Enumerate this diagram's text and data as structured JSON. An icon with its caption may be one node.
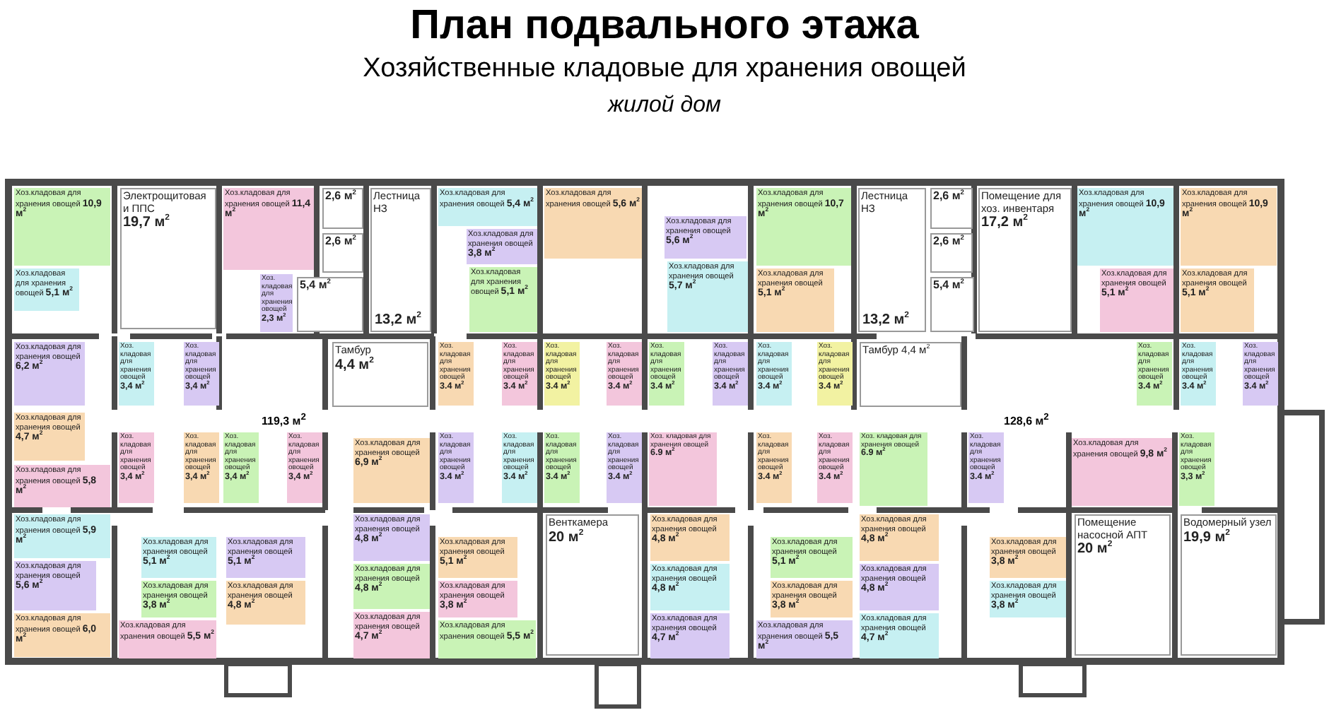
{
  "diagram": {
    "title": "План подвального этажа",
    "nodes": [
      {
        "text": [
          "Хоз.кладовая для хранения овощей",
          "10,9 м$^{2}$"
        ]
      },
      {
        "text": [
          "Хоз.кладовая для хранения овощей",
          "5,1 м$^{2}$"
        ]
      },
      {
        "text": [
          "Электрощитовая и ППС",
          "19,7 м$^{2}$"
        ]
      },
      {
        "text": [
          "Хоз.кладовая для хранения овощей",
          "11,4 м$^{2}$"
        ]
      },
      {
        "text": [
          "2,6 м$^{2}$"
        ]
      },
      {
        "text": [
          "2,6 м$^{2}$"
        ]
      },
      {
        "text": [
          "Хоз. кладовая для хранения овощей",
          "2,3 м$^{2}$"
        ]
      },
      {
        "text": [
          "5,4 м$^{2}$"
        ]
      },
      {
        "text": [
          "Лестница НЗ",
          "13,2 м$^{2}$"
        ]
      },
      {
        "text": [
          "Хоз.кладовая для хранения овощей",
          "5,4 м$^{2}$"
        ]
      },
      {
        "text": [
          "Хоз.кладовая для хранения овощей",
          "3,8 м$^{2}$"
        ]
      },
      {
        "text": [
          "Хоз.кладовая для хранения овощей",
          "5,1 м$^{2}$"
        ]
      },
      {
        "text": [
          "Хоз.кладовая для хранения овощей",
          "5,6 м$^{2}$"
        ]
      },
      {
        "text": [
          "Хоз.кладовая для хранения овощей",
          "5,6 м$^{2}$"
        ]
      },
      {
        "text": [
          "Хоз.кладовая для хранения овощей",
          "5,7 м$^{2}$"
        ]
      },
      {
        "text": [
          "Хоз.кладовая для хранения овощей",
          "10,7 м$^{2}$"
        ]
      },
      {
        "text": [
          "Хоз.кладовая для хранения овощей",
          "5,1 м$^{2}$"
        ]
      },
      {
        "text": [
          "Лестница НЗ",
          "13,2 м$^{2}$"
        ]
      },
      {
        "text": [
          "2,6 м$^{2}$"
        ]
      },
      {
        "text": [
          "2,6 м$^{2}$"
        ]
      },
      {
        "text": [
          "5,4 м$^{2}$"
        ]
      },
      {
        "text": [
          "Помещение для хоз. инвентаря",
          "17,2 м$^{2}$"
        ]
      },
      {
        "text": [
          "Хоз.кладовая для хранения овощей",
          "10,9 м$^{2}$"
        ]
      },
      {
        "text": [
          "Хоз.кладовая для хранения овощей",
          "10,9 м$^{2}$"
        ]
      },
      {
        "text": [
          "Хоз.кладовая для хранения овощей",
          "5,1 м$^{2}$"
        ]
      },
      {
        "text": [
          "Хоз.кладовая для хранения овощей",
          "5,1 м$^{2}$"
        ]
      },
      {
        "text": [
          "Хоз.кладовая для хранения овощей",
          "6,2 м$^{2}$"
        ]
      },
      {
        "text": [
          "Хоз. кладовая для хранения овощей",
          "3,4 м$^{2}$"
        ]
      },
      {
        "text": [
          "Хоз. кладовая для хранения овощей",
          "3,4 м$^{2}$"
        ]
      },
      {
        "text": [
          "Тамбур",
          "4,4 м$^{2}$"
        ]
      },
      {
        "text": [
          "Хоз. кладовая для хранения овощей",
          "3.4 м$^{2}$"
        ]
      },
      {
        "text": [
          "Хоз. кладовая для хранения овощей",
          "3.4 м$^{2}$"
        ]
      },
      {
        "text": [
          "Хоз. кладовая для хранения овощей",
          "3.4 м$^{2}$"
        ]
      },
      {
        "text": [
          "Хоз. кладовая для хранения овощей",
          "3.4 м$^{2}$"
        ]
      },
      {
        "text": [
          "Хоз. кладовая для хранения овощей",
          "3.4 м$^{2}$"
        ]
      },
      {
        "text": [
          "Хоз. кладовая для хранения овощей",
          "3.4 м$^{2}$"
        ]
      },
      {
        "text": [
          "Хоз. кладовая для хранения овощей",
          "3.4 м$^{2}$"
        ]
      },
      {
        "text": [
          "Хоз. кладовая для хранения овощей",
          "3.4 м$^{2}$"
        ]
      },
      {
        "text": [
          "Тамбур 4,4 м$^{2}$"
        ]
      },
      {
        "text": [
          "Хоз. кладовая для хранения овощей",
          "3.4 м$^{2}$"
        ]
      },
      {
        "text": [
          "Хоз. кладовая для хранения овощей",
          "3.4 м$^{2}$"
        ]
      },
      {
        "text": [
          "Хоз. кладовая для хранения овощей",
          "3.4 м$^{2}$"
        ]
      },
      {
        "text": [
          "Хоз.кладовая для хранения овощей",
          "4,7 м$^{2}$"
        ]
      },
      {
        "text": [
          "Хоз.кладовая для хранения овощей",
          "5,8 м$^{2}$"
        ]
      },
      {
        "text": [
          "Хоз. кладовая для хранения овощей",
          "3,4 м$^{2}$"
        ]
      },
      {
        "text": [
          "Хоз. кладовая для хранения овощей",
          "3,4 м$^{2}$"
        ]
      },
      {
        "text": [
          "Хоз. кладовая для хранения овощей",
          "3,4 м$^{2}$"
        ]
      },
      {
        "text": [
          "Хоз. кладовая для хранения овощей",
          "3,4 м$^{2}$"
        ]
      },
      {
        "text": [
          "Хоз.кладовая для хранения овощей",
          "6,9 м$^{2}$"
        ]
      },
      {
        "text": [
          "Хоз. кладовая для хранения овощей",
          "3.4 м$^{2}$"
        ]
      },
      {
        "text": [
          "Хоз. кладовая для хранения овощей",
          "3.4 м$^{2}$"
        ]
      },
      {
        "text": [
          "Хоз. кладовая для хранения овощей",
          "3.4 м$^{2}$"
        ]
      },
      {
        "text": [
          "Хоз. кладовая для хранения овощей",
          "3.4 м$^{2}$"
        ]
      },
      {
        "text": [
          "Хоз. кладовая для хранения овощей",
          "6.9 м$^{2}$"
        ]
      },
      {
        "text": [
          "Хоз. кладовая для хранения овощей",
          "3.4 м$^{2}$"
        ]
      },
      {
        "text": [
          "Хоз. кладовая для хранения овощей",
          "3.4 м$^{2}$"
        ]
      },
      {
        "text": [
          "Хоз. кладовая для хранения овощей",
          "6.9 м$^{2}$"
        ]
      },
      {
        "text": [
          "Хоз. кладовая для хранения овощей",
          "3.4 м$^{2}$"
        ]
      },
      {
        "text": [
          "Хоз.кладовая для хранения овощей",
          "9,8 м$^{2}$"
        ]
      },
      {
        "text": [
          "Хоз. кладовая для хранения овощей",
          "3,3 м$^{2}$"
        ]
      },
      {
        "text": [
          "Хоз.кладовая для хранения овощей",
          "5,9 м$^{2}$"
        ]
      },
      {
        "text": [
          "Хоз.кладовая для хранения овощей",
          "5,6 м$^{2}$"
        ]
      },
      {
        "text": [
          "Хоз.кладовая для хранения овощей",
          "6,0 м$^{2}$"
        ]
      },
      {
        "text": [
          "Хоз.кладовая для хранения овощей",
          "5,1 м$^{2}$"
        ]
      },
      {
        "text": [
          "Хоз.кладовая для хранения овощей",
          "3,8 м$^{2}$"
        ]
      },
      {
        "text": [
          "Хоз.кладовая для хранения овощей",
          "5,5 м$^{2}$"
        ]
      },
      {
        "text": [
          "Хоз.кладовая для хранения овощей",
          "5,1 м$^{2}$"
        ]
      },
      {
        "text": [
          "Хоз.кладовая для хранения овощей",
          "4,8 м$^{2}$"
        ]
      },
      {
        "text": [
          "Хоз.кладовая для хранения овощей",
          "4,8 м$^{2}$"
        ]
      },
      {
        "text": [
          "Хоз.кладовая для хранения овощей",
          "4,8 м$^{2}$"
        ]
      },
      {
        "text": [
          "Хоз.кладовая для хранения овощей",
          "4,7 м$^{2}$"
        ]
      },
      {
        "text": [
          "Хоз.кладовая для хранения овощей",
          "5,1 м$^{2}$"
        ]
      },
      {
        "text": [
          "Хоз.кладовая для хранения овощей",
          "3,8 м$^{2}$"
        ]
      },
      {
        "text": [
          "Хоз.кладовая для хранения овощей",
          "5,5 м$^{2}$"
        ]
      },
      {
        "text": [
          "Венткамера",
          "20 м$^{2}$"
        ]
      },
      {
        "text": [
          "Хоз.кладовая для хранения овощей",
          "4,8 м$^{2}$"
        ]
      },
      {
        "text": [
          "Хоз.кладовая для хранения овощей",
          "4,8 м$^{2}$"
        ]
      },
      {
        "text": [
          "Хоз.кладовая для хранения овощей",
          "4,7 м$^{2}$"
        ]
      },
      {
        "text": [
          "Хоз.кладовая для хранения овощей",
          "5,1 м$^{2}$"
        ]
      },
      {
        "text": [
          "Хоз.кладовая для хранения овощей",
          "3,8 м$^{2}$"
        ]
      },
      {
        "text": [
          "Хоз.кладовая для хранения овощей",
          "5,5 м$^{2}$"
        ]
      },
      {
        "text": [
          "Хоз.кладовая для хранения овощей",
          "4,8 м$^{2}$"
        ]
      },
      {
        "text": [
          "Хоз.кладовая для хранения овощей",
          "4,8 м$^{2}$"
        ]
      },
      {
        "text": [
          "Хоз.кладовая для хранения овощей",
          "4,7 м$^{2}$"
        ]
      },
      {
        "text": [
          "Хоз.кладовая для хранения овощей",
          "3,8 м$^{2}$"
        ]
      },
      {
        "text": [
          "Хоз.кладовая для хранения овощей",
          "3,8 м$^{2}$"
        ]
      },
      {
        "text": [
          "Помещение насосной АПТ",
          "20 м$^{2}$"
        ]
      },
      {
        "text": [
          "Водомерный узел",
          "19,9 м$^{2}$"
        ]
      }
    ],
    "labels": [
      "Хозяйственные кладовые для хранения овощей",
      "жилой дом",
      "119,3 м$^{2}$",
      "128,6 м$^{2}$"
    ]
  }
}
